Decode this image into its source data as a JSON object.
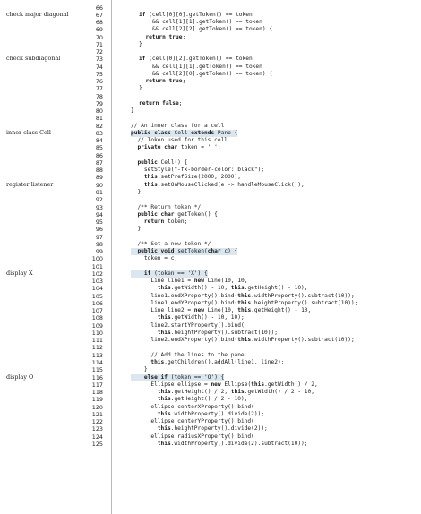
{
  "lines": [
    {
      "num": "66",
      "text": ""
    },
    {
      "num": "67",
      "text": "if (cell[0][0].getToken() == token",
      "annotation": "check major diagonal"
    },
    {
      "num": "68",
      "text": "    && cell[1][1].getToken() == token"
    },
    {
      "num": "69",
      "text": "    && cell[2][2].getToken() == token) {"
    },
    {
      "num": "70",
      "text": "  return true;"
    },
    {
      "num": "71",
      "text": "}"
    },
    {
      "num": "72",
      "text": ""
    },
    {
      "num": "73",
      "text": "if (cell[0][2].getToken() == token",
      "annotation": "check subdiagonal"
    },
    {
      "num": "74",
      "text": "    && cell[1][1].getToken() == token"
    },
    {
      "num": "75",
      "text": "    && cell[2][0].getToken() == token) {"
    },
    {
      "num": "76",
      "text": "  return true;"
    },
    {
      "num": "77",
      "text": "}"
    },
    {
      "num": "78",
      "text": ""
    },
    {
      "num": "79",
      "text": "return false;"
    },
    {
      "num": "80",
      "text": "}",
      "indent": 1
    },
    {
      "num": "81",
      "text": ""
    },
    {
      "num": "82",
      "text": "// An inner class for a cell",
      "indent": 1
    },
    {
      "num": "83",
      "text": "public class Cell extends Pane {",
      "indent": 1,
      "highlight": true,
      "annotation": "inner class Cell"
    },
    {
      "num": "84",
      "text": "  // Token used for this cell",
      "indent": 1
    },
    {
      "num": "85",
      "text": "  private char token = ' ';",
      "indent": 1
    },
    {
      "num": "86",
      "text": ""
    },
    {
      "num": "87",
      "text": "  public Cell() {",
      "indent": 1
    },
    {
      "num": "88",
      "text": "    setStyle(\"-fx-border-color: black\");",
      "indent": 1
    },
    {
      "num": "89",
      "text": "    this.setPrefSize(2000, 2000);",
      "indent": 1
    },
    {
      "num": "90",
      "text": "    this.setOnMouseClicked(e -> handleMouseClick());",
      "indent": 1,
      "annotation": "register listener"
    },
    {
      "num": "91",
      "text": "  }",
      "indent": 1
    },
    {
      "num": "92",
      "text": ""
    },
    {
      "num": "93",
      "text": "  /** Return token */",
      "indent": 1
    },
    {
      "num": "94",
      "text": "  public char getToken() {",
      "indent": 1
    },
    {
      "num": "95",
      "text": "    return token;",
      "indent": 1
    },
    {
      "num": "96",
      "text": "  }",
      "indent": 1
    },
    {
      "num": "97",
      "text": ""
    },
    {
      "num": "98",
      "text": "  /** Set a new token */",
      "indent": 1
    },
    {
      "num": "99",
      "text": "  public void setToken(char c) {",
      "indent": 1,
      "highlight": true
    },
    {
      "num": "100",
      "text": "    token = c;",
      "indent": 1
    },
    {
      "num": "101",
      "text": ""
    },
    {
      "num": "102",
      "text": "    if (token == 'X') {",
      "indent": 1,
      "highlight": true,
      "annotation": "display X"
    },
    {
      "num": "103",
      "text": "      Line line1 = new Line(10, 10,",
      "indent": 1
    },
    {
      "num": "104",
      "text": "        this.getWidth() - 10, this.getHeight() - 10);",
      "indent": 1
    },
    {
      "num": "105",
      "text": "      line1.endXProperty().bind(this.widthProperty().subtract(10));",
      "indent": 1
    },
    {
      "num": "106",
      "text": "      line1.endYProperty().bind(this.heightProperty().subtract(10));",
      "indent": 1
    },
    {
      "num": "107",
      "text": "      Line line2 = new Line(10, this.getHeight() - 10,",
      "indent": 1
    },
    {
      "num": "108",
      "text": "        this.getWidth() - 10, 10);",
      "indent": 1
    },
    {
      "num": "109",
      "text": "      line2.startYProperty().bind(",
      "indent": 1
    },
    {
      "num": "110",
      "text": "        this.heightProperty().subtract(10));",
      "indent": 1
    },
    {
      "num": "111",
      "text": "      line2.endXProperty().bind(this.widthProperty().subtract(10));",
      "indent": 1
    },
    {
      "num": "112",
      "text": ""
    },
    {
      "num": "113",
      "text": "      // Add the lines to the pane",
      "indent": 1
    },
    {
      "num": "114",
      "text": "      this.getChildren().addAll(line1, line2);",
      "indent": 1
    },
    {
      "num": "115",
      "text": "    }",
      "indent": 1
    },
    {
      "num": "116",
      "text": "    else if (token == 'O') {",
      "indent": 1,
      "highlight": true,
      "annotation": "display O"
    },
    {
      "num": "117",
      "text": "      Ellipse ellipse = new Ellipse(this.getWidth() / 2,",
      "indent": 1
    },
    {
      "num": "118",
      "text": "        this.getHeight() / 2, this.getWidth() / 2 - 10,",
      "indent": 1
    },
    {
      "num": "119",
      "text": "        this.getHeight() / 2 - 10);",
      "indent": 1
    },
    {
      "num": "120",
      "text": "      ellipse.centerXProperty().bind(",
      "indent": 1
    },
    {
      "num": "121",
      "text": "        this.widthProperty().divide(2));",
      "indent": 1
    },
    {
      "num": "122",
      "text": "      ellipse.centerYProperty().bind(",
      "indent": 1
    },
    {
      "num": "123",
      "text": "        this.heightProperty().divide(2));",
      "indent": 1
    },
    {
      "num": "124",
      "text": "      ellipse.radiusXProperty().bind(",
      "indent": 1
    },
    {
      "num": "125",
      "text": "        this.widthProperty().divide(2).subtract(10));",
      "indent": 1
    }
  ]
}
